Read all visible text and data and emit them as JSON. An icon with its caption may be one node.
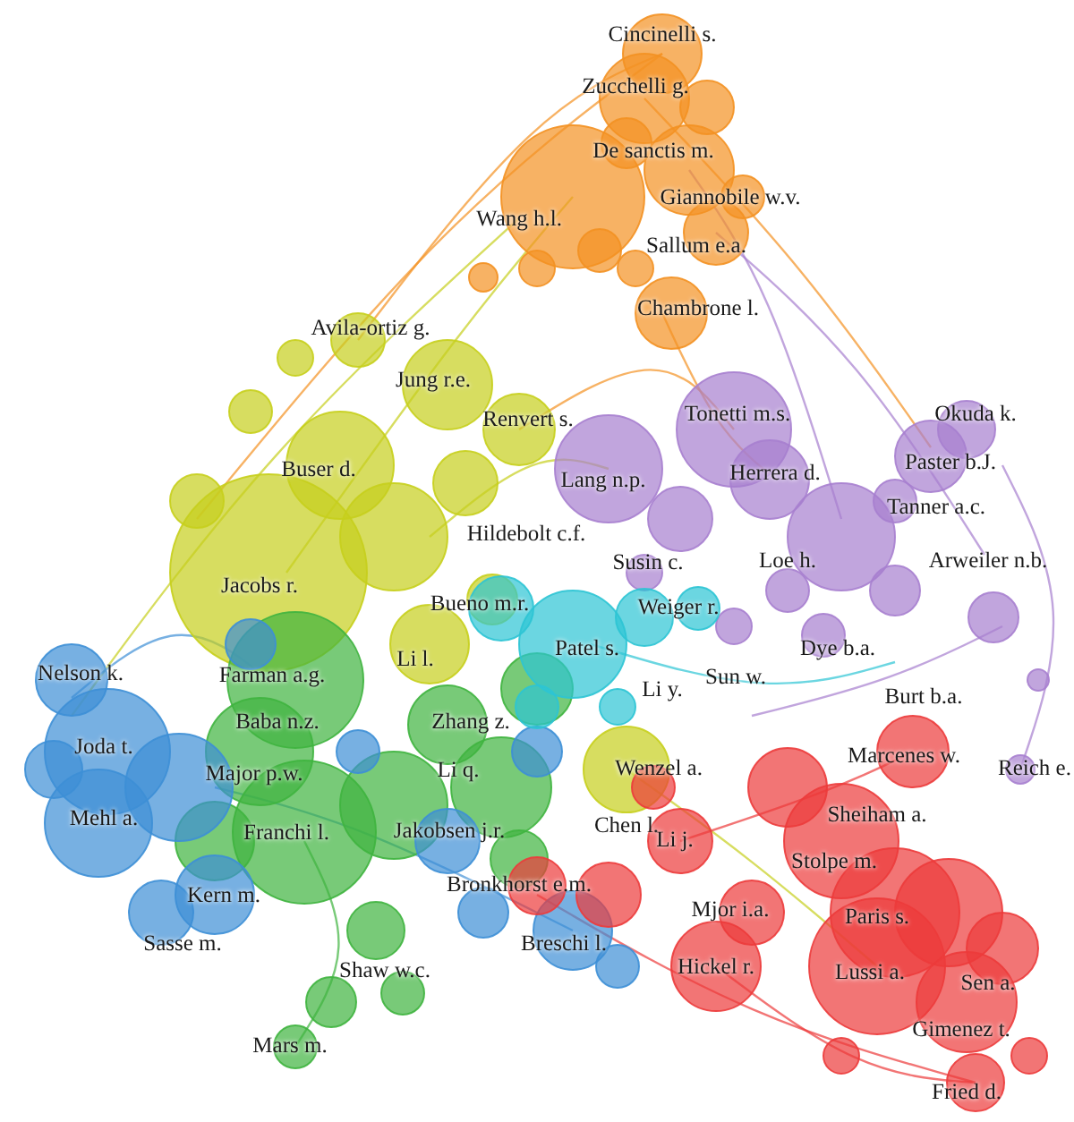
{
  "diagram": {
    "labels": [
      "Cincinelli s.",
      "Zucchelli g.",
      "De sanctis m.",
      "Giannobile w.v.",
      "Wang h.l.",
      "Sallum e.a.",
      "Chambrone l.",
      "Avila-ortiz g.",
      "Jung r.e.",
      "Renvert s.",
      "Tonetti m.s.",
      "Okuda k.",
      "Buser d.",
      "Lang n.p.",
      "Herrera d.",
      "Paster b.J.",
      "Tanner a.c.",
      "Hildebolt c.f.",
      "Susin c.",
      "Loe h.",
      "Arweiler n.b.",
      "Jacobs r.",
      "Bueno m.r.",
      "Weiger r.",
      "Patel s.",
      "Nelson k.",
      "Farman a.g.",
      "Li l.",
      "Dye b.a.",
      "Li y.",
      "Sun w.",
      "Burt b.a.",
      "Baba n.z.",
      "Zhang z.",
      "Joda t.",
      "Marcenes w.",
      "Major p.w.",
      "Li q.",
      "Wenzel a.",
      "Reich e.",
      "Mehl a.",
      "Sheiham a.",
      "Franchi l.",
      "Jakobsen j.r.",
      "Chen l.",
      "Li j.",
      "Stolpe m.",
      "Bronkhorst e.m.",
      "Kern m.",
      "Mjor i.a.",
      "Paris s.",
      "Sasse m.",
      "Breschi l.",
      "Shaw w.c.",
      "Hickel r.",
      "Lussi a.",
      "Sen a.",
      "Gimenez t.",
      "Mars m.",
      "Fried d."
    ]
  }
}
